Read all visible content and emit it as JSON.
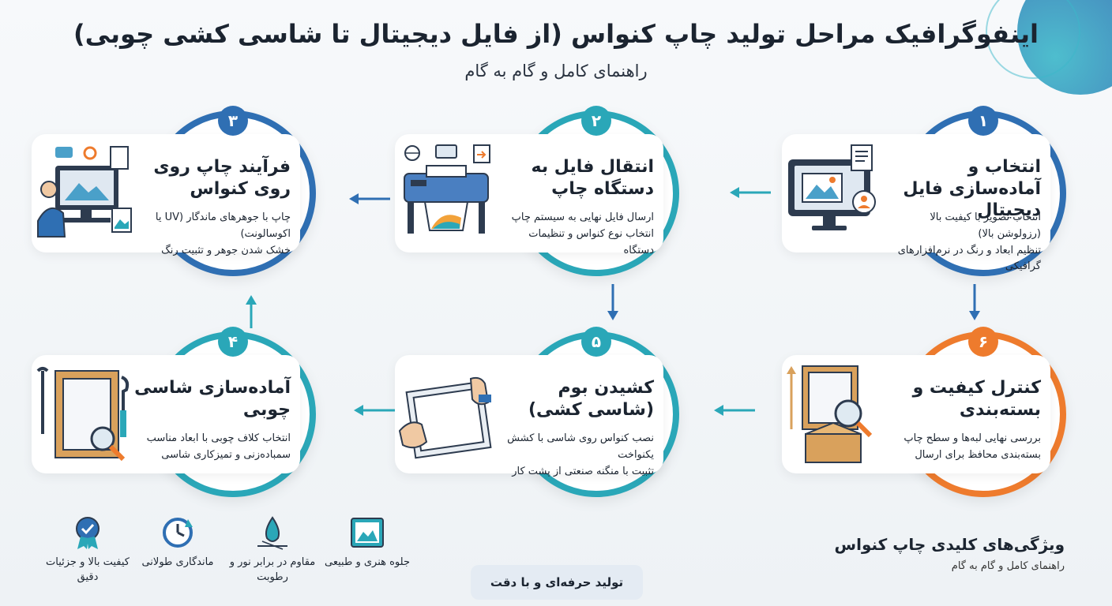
{
  "header": {
    "title": "اینفوگرافیک مراحل تولید چاپ کنواس (از فایل دیجیتال تا شاسی کشی چوبی)",
    "subtitle": "راهنمای کامل و گام به گام"
  },
  "colors": {
    "blue": "#2f6fb3",
    "teal": "#2aa7b8",
    "orange": "#ee7b2d",
    "text": "#1b2430"
  },
  "steps": [
    {
      "num": "۱",
      "title": "انتخاب و آماده‌سازی فایل دیجیتال",
      "desc": [
        "انتخاب تصویر با کیفیت بالا (رزولوشن بالا)",
        "تنظیم ابعاد و رنگ در نرم‌افزارهای گرافیکی"
      ],
      "icon": "monitor-image-icon"
    },
    {
      "num": "۲",
      "title": "انتقال فایل به دستگاه چاپ",
      "desc": [
        "ارسال فایل نهایی به سیستم چاپ",
        "انتخاب نوع کنواس و تنظیمات دستگاه"
      ],
      "icon": "printer-icon"
    },
    {
      "num": "۳",
      "title": "فرآیند چاپ روی روی کنواس",
      "desc": [
        "چاپ با جوهرهای ماندگار (UV یا اکوسالونت)",
        "خشک شدن جوهر و تثبیت رنگ"
      ],
      "icon": "designer-workstation-icon"
    },
    {
      "num": "۴",
      "title": "آماده‌سازی شاسی چوبی",
      "desc": [
        "انتخاب کلاف چوبی با ابعاد مناسب",
        "سمباده‌زنی و تمیزکاری شاسی"
      ],
      "icon": "wooden-frame-tools-icon"
    },
    {
      "num": "۵",
      "title": "کشیدن بوم (شاسی کشی)",
      "desc": [
        "نصب کنواس روی شاسی با کشش یکنواخت",
        "تثبیت با منگنه صنعتی از پشت کار"
      ],
      "icon": "hands-stretching-canvas-icon"
    },
    {
      "num": "۶",
      "title": "کنترل کیفیت و بسته‌بندی",
      "desc": [
        "بررسی نهایی لبه‌ها و سطح چاپ",
        "بسته‌بندی محافظ برای ارسال"
      ],
      "icon": "frame-box-magnifier-icon"
    }
  ],
  "features": {
    "title": "ویژگی‌های کلیدی چاپ کنواس",
    "subtitle": "راهنمای کامل و گام به گام",
    "items": [
      {
        "label": "کیفیت بالا و جزئیات دقیق",
        "icon": "quality-badge-icon"
      },
      {
        "label": "ماندگاری طولانی",
        "icon": "clock-refresh-icon"
      },
      {
        "label": "مقاوم در برابر نور و رطوبت",
        "icon": "water-drop-icon"
      },
      {
        "label": "جلوه هنری و طبیعی",
        "icon": "picture-icon"
      }
    ],
    "badge": "تولید حرفه‌ای و با دقت"
  }
}
